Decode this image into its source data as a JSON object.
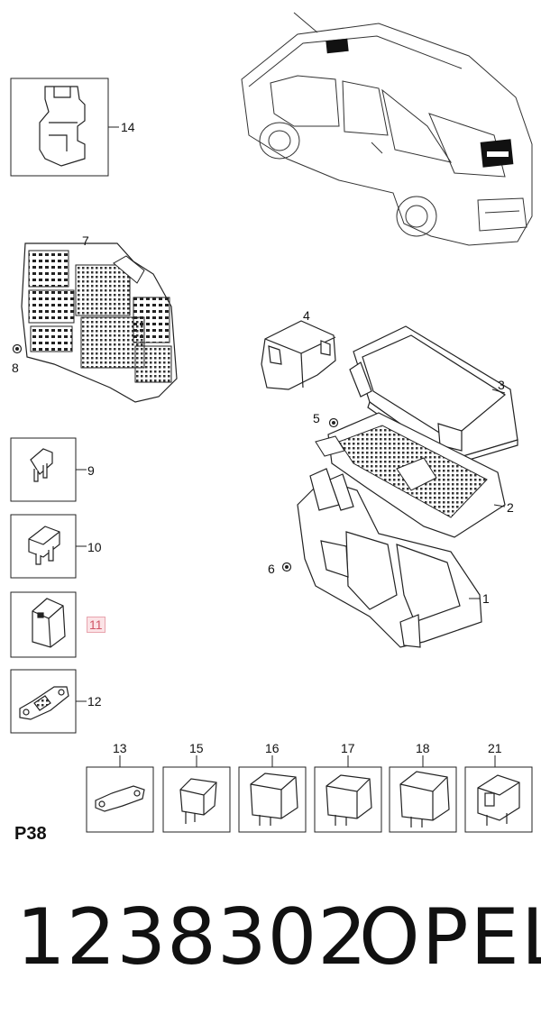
{
  "callouts": {
    "c1": "1",
    "c2": "2",
    "c3": "3",
    "c4": "4",
    "c5": "5",
    "c6": "6",
    "c7": "7",
    "c8": "8",
    "c9": "9",
    "c10": "10",
    "c11": "11",
    "c12": "12",
    "c13": "13",
    "c14": "14",
    "c15": "15",
    "c16": "16",
    "c17": "17",
    "c18": "18",
    "c21": "21"
  },
  "sheet_label": "P38",
  "part_number": "1238302",
  "brand": "OPEL",
  "icons": [
    "vehicle-outline",
    "fuse-box-module",
    "fuse-box-cover",
    "relay",
    "fuse",
    "fuse-strip"
  ],
  "colors": {
    "line": "#222222",
    "highlight": "#e8a4ae"
  }
}
